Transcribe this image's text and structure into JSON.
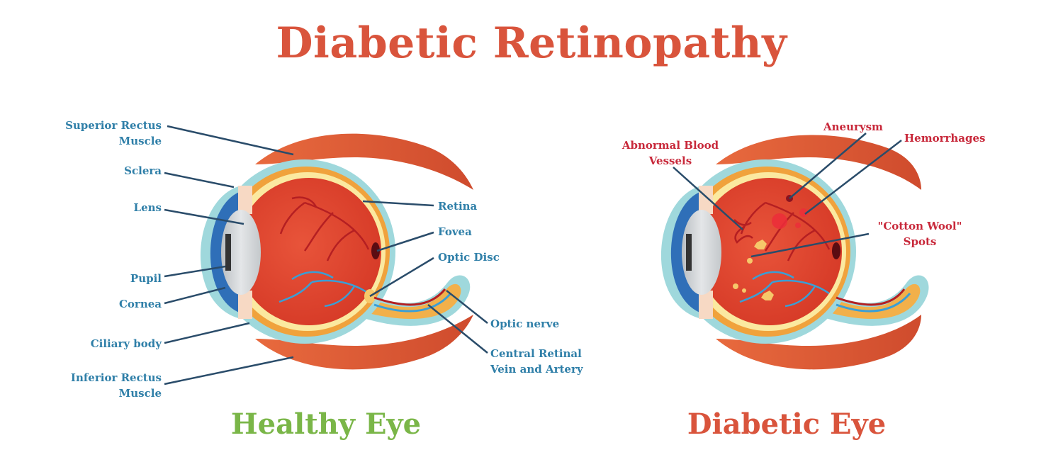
{
  "title": "Diabetic Retinopathy",
  "healthy": {
    "caption": "Healthy Eye",
    "labels": {
      "superior_rectus": [
        "Superior Rectus",
        "Muscle"
      ],
      "sclera": "Sclera",
      "lens": "Lens",
      "pupil": "Pupil",
      "cornea": "Cornea",
      "ciliary_body": "Ciliary body",
      "inferior_rectus": [
        "Inferior Rectus",
        "Muscle"
      ],
      "retina": "Retina",
      "fovea": "Fovea",
      "optic_disc": "Optic Disc",
      "optic_nerve": "Optic nerve",
      "central_retinal": [
        "Central Retinal",
        "Vein and Artery"
      ]
    }
  },
  "diabetic": {
    "caption": "Diabetic Eye",
    "labels": {
      "abnormal_vessels": [
        "Abnormal Blood",
        "Vessels"
      ],
      "aneurysm": "Aneurysm",
      "hemorrhages": "Hemorrhages",
      "cotton_wool": [
        "\"Cotton Wool\"",
        "Spots"
      ]
    }
  },
  "colors": {
    "title": "#d9543c",
    "healthy_caption": "#7ab648",
    "label_blue": "#2f7fa8",
    "label_red": "#c8283a",
    "muscle": "#dc5a35",
    "sclera_outer": "#9fd8dc",
    "choroid": "#f0a23c",
    "retina_layer": "#fbe9a0",
    "vitreous": "#e0452f",
    "cornea": "#2f6fb8",
    "lens": "#cfd3d6"
  }
}
